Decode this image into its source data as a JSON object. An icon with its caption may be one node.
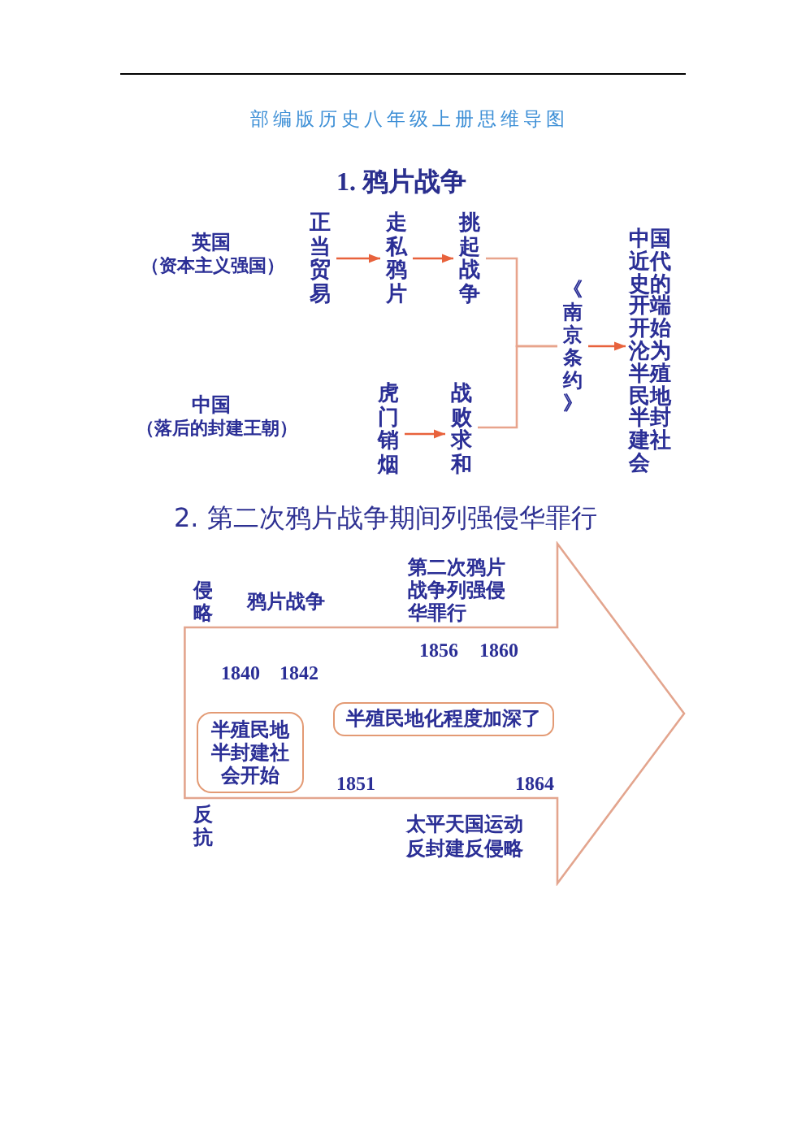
{
  "diagram": {
    "title": "部编版历史八年级上册思维导图",
    "nodes": [
      {
        "text": [
          "正当贸易"
        ]
      },
      {
        "text": [
          "走私鸦片"
        ]
      },
      {
        "text": [
          "挑起战争"
        ]
      },
      {
        "text": [
          "虎门销烟"
        ]
      },
      {
        "text": [
          "战败求和"
        ]
      },
      {
        "text": [
          "《南京条约》"
        ]
      },
      {
        "text": [
          "中国近代史的开端开始沦为半殖民地半封建社会"
        ]
      },
      {
        "text": [],
        "shape": "arrow"
      },
      {
        "text": [
          "半殖民地半封建社会开始"
        ],
        "in": 7
      },
      {
        "text": [
          "半殖民地化程度加深了"
        ],
        "in": 7
      }
    ],
    "edges": [
      {
        "from": 0,
        "to": 1,
        "arrow": "to"
      },
      {
        "from": 1,
        "to": 2,
        "arrow": "to"
      },
      {
        "from": 3,
        "to": 4,
        "arrow": "to"
      },
      {
        "from": 2,
        "to": 5,
        "arrow": "none",
        "color": "#e8a48c"
      },
      {
        "from": 4,
        "to": 5,
        "arrow": "none",
        "color": "#e8a48c"
      },
      {
        "from": 5,
        "to": 6,
        "arrow": "to"
      }
    ],
    "labels": [
      "1. 鸦片战争",
      "英国",
      "（资本主义强国）",
      "中国",
      "（落后的封建王朝）",
      "2. 第二次鸦片战争期间列强侵华罪行",
      "侵略",
      "鸦片战争",
      "第二次鸦片战争列强侵华罪行",
      "1856",
      "1860",
      "1840",
      "1842",
      "1851",
      "1864",
      "反抗",
      "太平天国运动反封建反侵略"
    ]
  }
}
